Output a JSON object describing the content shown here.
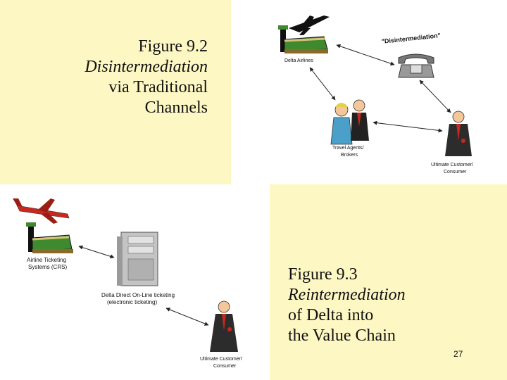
{
  "figure_92": {
    "line1": "Figure 9.2",
    "line2": "Disintermediation",
    "line3": "via Traditional",
    "line4": "Channels"
  },
  "figure_93": {
    "line1": "Figure 9.3",
    "line2": "Reintermediation",
    "line3": "of Delta into",
    "line4": "the Value Chain"
  },
  "top_diagram": {
    "delta_label": "Delta Airlines",
    "disintermediation_label": "\"Disintermediation\"",
    "agents_label_1": "Travel Agents/",
    "agents_label_2": "Brokers",
    "customer_label_1": "Ultimate Customer/",
    "customer_label_2": "Consumer"
  },
  "bottom_diagram": {
    "crs_label_1": "Airline Ticketing",
    "crs_label_2": "Systems (CRS)",
    "online_label_1": "Delta Direct On-Line ticketing",
    "online_label_2": "(electronic ticketing)",
    "customer_label_1": "Ultimate Customer/",
    "customer_label_2": "Consumer"
  },
  "page_number": "27",
  "colors": {
    "background": "#fefbd8",
    "panel": "#fdf7c3",
    "terminal_green": "#3f8a2e",
    "plane_red": "#c8281e"
  }
}
